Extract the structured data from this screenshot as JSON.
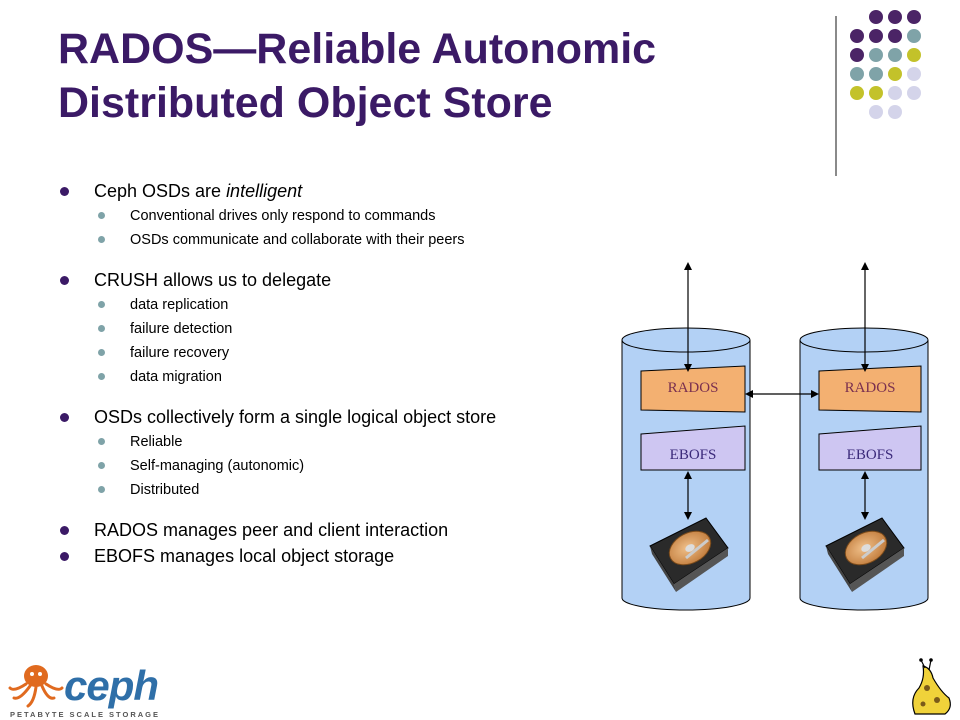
{
  "title": {
    "line1": "RADOS—Reliable Autonomic",
    "line2": "Distributed Object Store"
  },
  "bullets": [
    {
      "text_pre": "Ceph OSDs are ",
      "text_em": "intelligent",
      "sub": [
        "Conventional drives only respond to commands",
        "OSDs communicate and collaborate with their peers"
      ]
    },
    {
      "text": "CRUSH allows us to delegate",
      "sub": [
        "data replication",
        "failure detection",
        "failure recovery",
        "data migration"
      ]
    },
    {
      "text": "OSDs collectively form a single logical object store",
      "sub": [
        "Reliable",
        "Self-managing (autonomic)",
        "Distributed"
      ]
    },
    {
      "text": "RADOS manages peer and client interaction",
      "sub": []
    },
    {
      "text": "EBOFS manages local object storage",
      "sub": []
    }
  ],
  "diagram": {
    "osds": [
      {
        "rados_label": "RADOS",
        "ebofs_label": "EBOFS"
      },
      {
        "rados_label": "RADOS",
        "ebofs_label": "EBOFS"
      }
    ],
    "colors": {
      "cylinder_fill": "#b3d1f5",
      "rados_fill": "#f3b071",
      "ebofs_fill": "#cec6f2"
    }
  },
  "logo": {
    "wordmark": "ceph",
    "tagline": "PETABYTE SCALE STORAGE"
  },
  "theme": {
    "title_color": "#3b1a66",
    "dot_colors": [
      "#4b2466",
      "#7fa3a8",
      "#c3c22a",
      "#d4d4ea"
    ]
  }
}
